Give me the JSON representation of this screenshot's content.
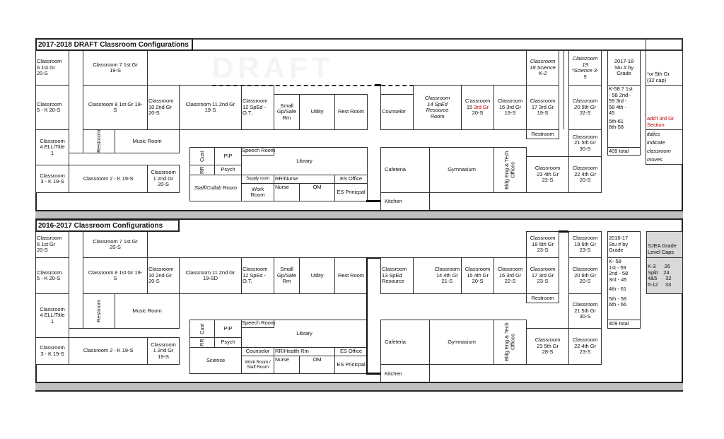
{
  "s1": {
    "title": "2017-2018 DRAFT Classroom Configurations",
    "watermark": "DRAFT",
    "rooms": {
      "c6": "Classroom\n6 1st Gr\n20-S",
      "c7": "Classroom 7 1st Gr\n19-S",
      "c5": "Classroom\n5 - K  20-S",
      "c8": "Classroom 8 1st Gr 19-\nS",
      "c10": "Classroom\n10 2nd Gr\n20-S",
      "c11": "Classroom 11 2nd Gr\n19-S",
      "c12": "Classroom\n12 SpEd -\nO.T.",
      "smallgp": "Small\nGp/Safe\nRm",
      "utility": "Utility",
      "restroom_main": "Rest Room",
      "restroom_left": "Restroom",
      "music": "Music Room",
      "c4": "Classroom\n4 ELL/Title\n1",
      "c3": "Classroom\n3 - K  19-S",
      "c2": "Classroom 2 - K  19-S",
      "c1": "Classroom\n1 2nd Gr\n20-S",
      "cust": "Cust",
      "pip": "PIP",
      "rr": "RR",
      "psych": "Psych",
      "speech": "Speech Room",
      "library": "Library",
      "supply": "Supply room",
      "rrnurse": "RR/Nurse",
      "esoffice": "ES Office",
      "staff": "Staff/Collab Room",
      "work": "Work\nRoom",
      "nurse": "Nurse",
      "om": "OM",
      "esprincipal": "ES Prinicpal",
      "counselor": "Counselor",
      "c14": "Classroom\n14 SpEd\nResource\nRoom",
      "c15_a": "C'assroom\n15 ",
      "c15_red": "3rd Gr",
      "c15_b": "\n20-S",
      "c16": "Classroom\n16 3rd Gr\n19-S",
      "c17": "Classroom\n17 3rd Gr\n19-S",
      "c18": "Classroom\n18  Science\nK-2",
      "restroom_right": "Restroom",
      "c19": "Classroom\n19\n*Science 3-\n5",
      "c20": "Classroom\n20 5th Gr\n31-S",
      "c21": "Classroom\n21  5th Gr\n30-S",
      "c22": "Classroom\n22  4th Gr\n20-S",
      "c23": "Classroom\n23  4th Gr\n22-S",
      "bldg": "Bldg Eng & Tech\nOffices",
      "cafeteria": "Cafeteria",
      "gym": "Gymnasium",
      "kitchen": "Kitchen"
    },
    "stats": {
      "header": "2017-18\nStu # by\nGrade",
      "body": "K-58 ?  1st\n- 58  2nd -\n59  3rd -\n58  4th -\n45",
      "body2": "5th-61\n6th-58",
      "total": "409 total"
    },
    "notes": {
      "note1": "*or 5th Gr\n(32 cap)",
      "note2": "add'l 3rd Gr\nSection",
      "note3": "italics\nindicate\nclassroom\nmoves"
    }
  },
  "s2": {
    "title": "2016-2017 Classroom Configurations",
    "rooms": {
      "c6": "Classroom\n6 1st Gr\n20-S",
      "c7": "Classroom 7 1st Gr\n20-S",
      "c5": "Classroom\n5 - K  20-S",
      "c8": "Classroom 8 1st Gr 19-\nS",
      "c10": "Classroom\n10 2nd Gr\n20-S",
      "c11": "Classroom 11 2nd Gr\n19-SD",
      "c12": "Classroom\n12 SpEd -\nO.T.",
      "smallgp": "Small\nGp/Safe\nRm",
      "utility": "Utility",
      "restroom_main": "Rest Room",
      "restroom_left": "Restroom",
      "music": "Music Room",
      "c4": "Classroom\n4 ELL/Title\n1",
      "c3": "Classroom\n3 - K  19-S",
      "c2": "Classroom 2 - K  19-S",
      "c1": "Classroom\n1 2nd Gr\n19-S",
      "cust": "Cust",
      "pip": "PIP",
      "rr": "RR",
      "psych": "Psych",
      "speech": "Speech Room",
      "library": "Library",
      "science": "Science",
      "counselor": "Counselor",
      "rrhealth": "RR/Health Rm",
      "esoffice": "ES Office",
      "work": "Work Room /\nStaff Room",
      "nurse": "Nurse",
      "om": "OM",
      "esprincipal": "ES Prinicpal",
      "c13": "Classroom\n13 SpEd\nResource",
      "c14": "Classroom\n14 4th Gr\n21-S",
      "c15": "Classroom\n15 4th Gr\n20-S",
      "c16": "Classroom\n16 3rd Gr\n22-S",
      "c17": "Classroom\n17 3rd Gr\n23-S",
      "c18": "Classroom\n18  6th Gr\n23-S",
      "restroom_right": "Restroom",
      "c19": "Classroom\n19  6th Gr\n23-S",
      "c20": "Classroom\n20  6th Gr\n20-S",
      "c21": "Classroom\n21  5th Gr\n30-S",
      "c22": "Classroom\n22  4th Gr\n23-S",
      "c23": "Classroom\n23  5th Gr\n28-S",
      "bldg": "Bldg Eng & Tech\nOffices",
      "cafeteria": "Cafeteria",
      "gym": "Gymnasium",
      "kitchen": "Kitchen"
    },
    "stats": {
      "header": "2016-17\nStu # by\nGrade",
      "body": "K- 58\n1st - 59\n2nd - 58\n3rd - 45",
      "body2": "4th - 61",
      "body3": "5th - 58\n6th - 66",
      "total": "409 total"
    },
    "caps": {
      "header": "SJEA Grade\nLevel Caps",
      "body": "K-3      26\nSplit    24\n4&5      32\n6-12     33"
    }
  },
  "colors": {
    "highlight_red": "#c00000",
    "grey_band": "#bfbfbf",
    "caps_fill": "#d9d9d9"
  }
}
